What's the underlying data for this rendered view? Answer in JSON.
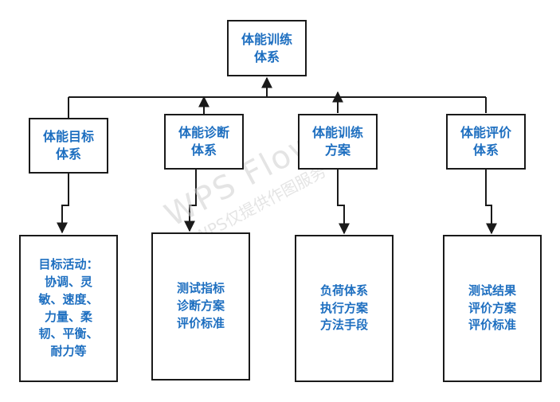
{
  "diagram": {
    "root": {
      "label": "体能训练\n体系"
    },
    "mid": [
      {
        "label": "体能目标\n体系"
      },
      {
        "label": "体能诊断\n体系"
      },
      {
        "label": "体能训练\n方案"
      },
      {
        "label": "体能评价\n体系"
      }
    ],
    "leaves": [
      {
        "label": "目标活动：\n协调、灵\n敏、速度、\n力量、柔\n韧、平衡、\n耐力等"
      },
      {
        "label": "测试指标\n诊断方案\n评价标准"
      },
      {
        "label": "负荷体系\n执行方案\n方法手段"
      },
      {
        "label": "测试结果\n评价方案\n评价标准"
      }
    ]
  },
  "watermark": {
    "line1": "WPS Flow",
    "line2": "WPS仅提供作图服务"
  },
  "colors": {
    "text": "#1e6fc0",
    "border": "#1a1a1a",
    "line": "#1a1a1a"
  }
}
